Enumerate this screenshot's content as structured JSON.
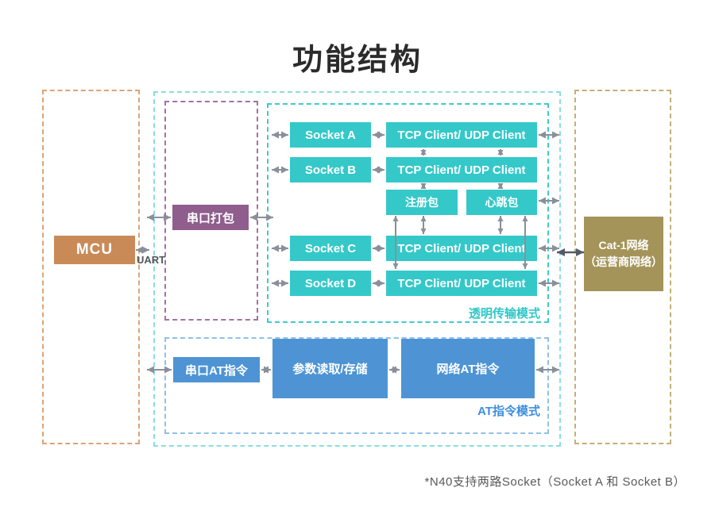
{
  "title": "功能结构",
  "footnote": "*N40支持两路Socket（Socket A 和 Socket B）",
  "diagram": {
    "mcu_label": "MCU",
    "uart_label": "UART",
    "serial_pack_label": "串口打包",
    "transparent": {
      "mode_label": "透明传输模式",
      "sockets": [
        "Socket A",
        "Socket B",
        "Socket C",
        "Socket D"
      ],
      "tcp_clients": [
        "TCP Client/ UDP Client",
        "TCP Client/ UDP Client",
        "TCP Client/ UDP Client",
        "TCP Client/ UDP Client"
      ],
      "register_packet_label": "注册包",
      "heartbeat_packet_label": "心跳包"
    },
    "at": {
      "mode_label": "AT指令模式",
      "serial_at_label": "串口AT指令",
      "param_label": "参数读取/存储",
      "network_at_label": "网络AT指令"
    },
    "cat1_network": {
      "line1": "Cat-1网络",
      "line2": "（运营商网络）"
    }
  },
  "colors": {
    "teal_fill": "#35c8c9",
    "purple_fill": "#8f5e8d",
    "orange_fill": "#c98a57",
    "khaki_fill": "#a4945a",
    "blue_fill": "#4e94d4",
    "arrow_gray": "#8a909a",
    "arrow_dark": "#555b66",
    "transparent_label_color": "#2fc7c9",
    "at_label_color": "#3e8ede"
  }
}
